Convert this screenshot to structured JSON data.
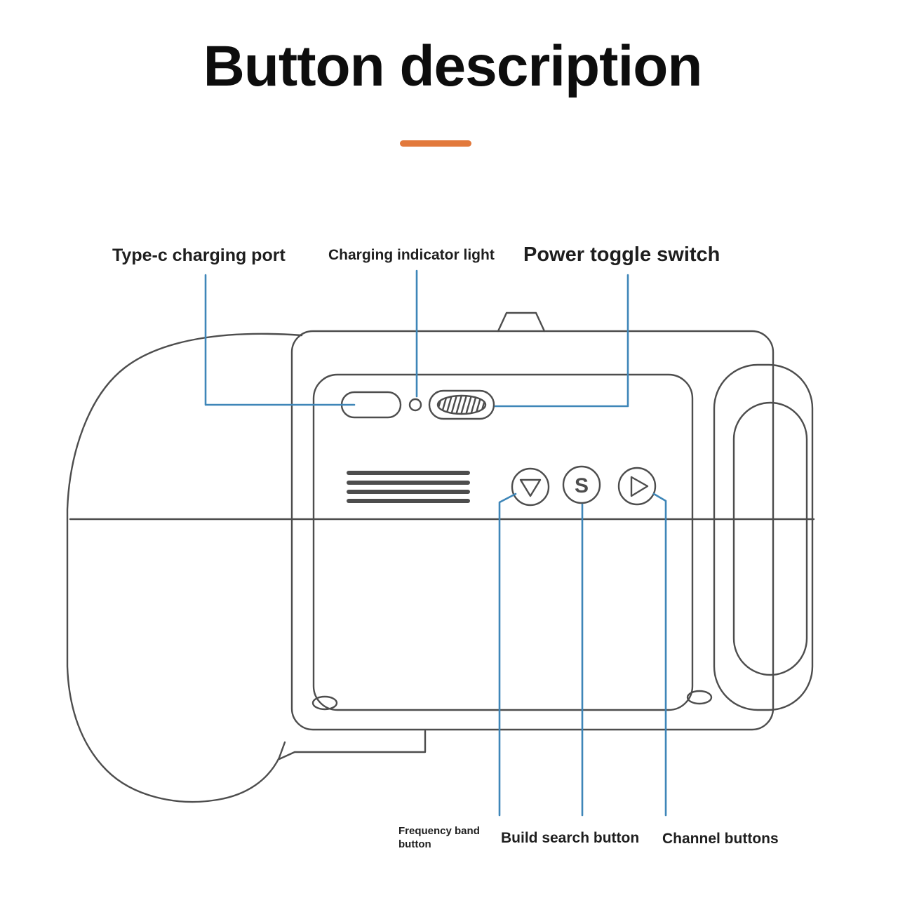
{
  "page": {
    "title": "Button description"
  },
  "labels": {
    "type_c_port": "Type-c charging port",
    "charging_indicator": "Charging indicator light",
    "power_toggle": "Power toggle switch",
    "frequency_band": "Frequency band button",
    "build_search": "Build search button",
    "channel_buttons": "Channel buttons"
  },
  "device": {
    "search_button_glyph": "S"
  },
  "colors": {
    "accent": "#E2793C",
    "leader_line": "#3E86B8",
    "line_art": "#4D4D4D",
    "text": "#1E1E1E"
  }
}
